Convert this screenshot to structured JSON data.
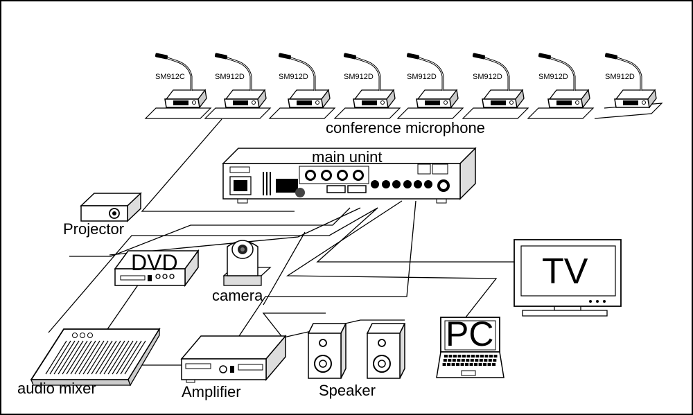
{
  "microphones": [
    "SM912C",
    "SM912D",
    "SM912D",
    "SM912D",
    "SM912D",
    "SM912D",
    "SM912D",
    "SM912D"
  ],
  "labels": {
    "conference": "conference  microphone",
    "main_unit": "main unint",
    "projector": "Projector",
    "dvd": "DVD",
    "camera": "camera",
    "tv": "TV",
    "pc": "PC",
    "audio_mixer": "audio mixer",
    "amplifier": "Amplifier",
    "speaker": "Speaker"
  },
  "colors": {
    "line": "#000000",
    "fill": "#ffffff",
    "device_shade": "#d9d9d9"
  }
}
